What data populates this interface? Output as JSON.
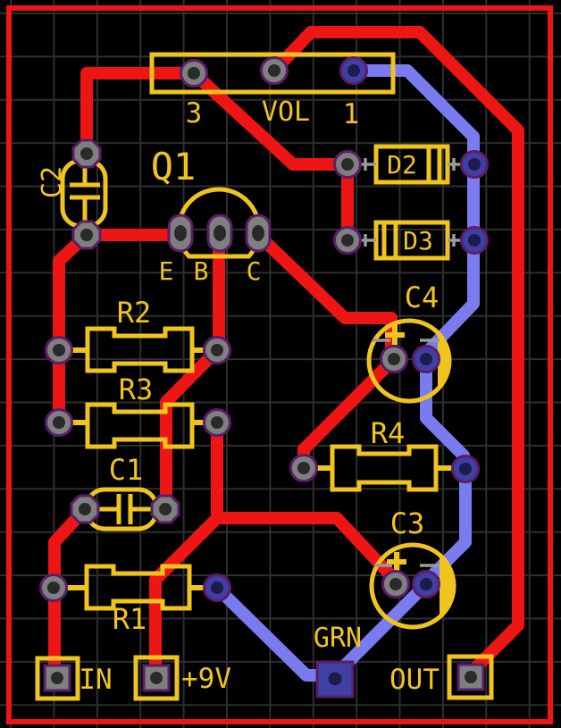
{
  "colors": {
    "background": "#000000",
    "grid_line": "#2e2e2e",
    "board_outline": "#ee1515",
    "copper_top": "#ee1515",
    "copper_bottom": "#7b7bf0",
    "silkscreen": "#f0c41e",
    "pad_top": "#7f7f7f",
    "pad_hole": "#2a2a2a",
    "pad_bottom": "#4040a4",
    "pad_bottom_hole": "#1d1d4d",
    "pad_clearance_ring": "#5a1e68",
    "lead": "#9a9a9a"
  },
  "header": {
    "pin3": "3",
    "name": "VOL",
    "pin1": "1"
  },
  "transistor": {
    "designator": "Q1",
    "pin_e": "E",
    "pin_b": "B",
    "pin_c": "C"
  },
  "designators": {
    "c2": "C2",
    "d2": "D2",
    "d3": "D3",
    "r2": "R2",
    "r3": "R3",
    "c1": "C1",
    "c4": "C4",
    "r4": "R4",
    "c3": "C3",
    "r1": "R1"
  },
  "polarity": {
    "c4_plus": "+",
    "c3_plus": "+"
  },
  "terminals": {
    "input": "IN",
    "power": "+9V",
    "ground": "GRN",
    "output": "OUT"
  }
}
